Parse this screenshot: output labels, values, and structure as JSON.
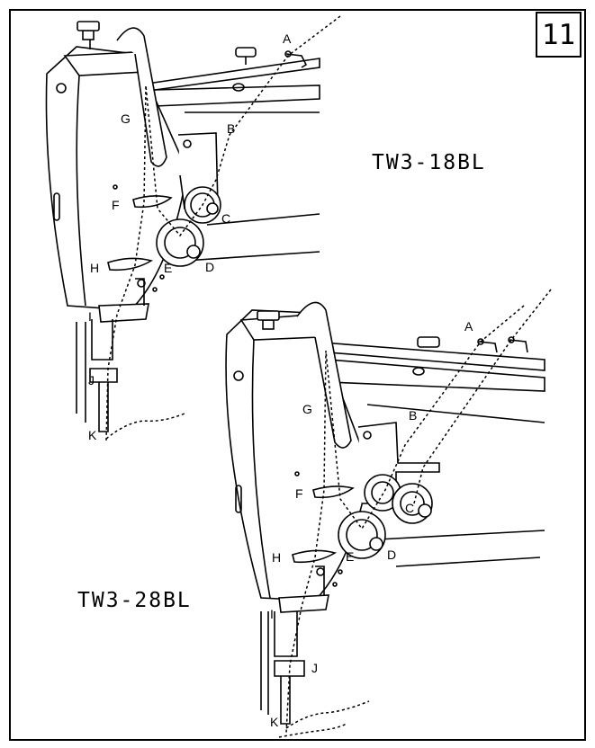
{
  "page_number": "11",
  "models": {
    "top": "TW3-18BL",
    "bottom": "TW3-28BL"
  },
  "threading_points": {
    "top": [
      "A",
      "B",
      "C",
      "D",
      "E",
      "F",
      "G",
      "H",
      "I",
      "J",
      "K"
    ],
    "bottom": [
      "A",
      "B",
      "C",
      "D",
      "E",
      "F",
      "G",
      "H",
      "I",
      "J",
      "K"
    ]
  }
}
